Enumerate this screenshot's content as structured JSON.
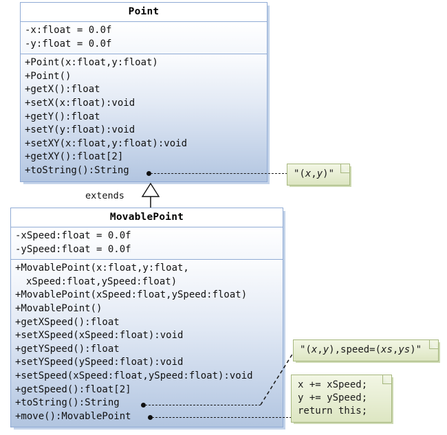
{
  "diagram": {
    "type": "uml-class-diagram",
    "relationship_label": "extends"
  },
  "point_class": {
    "name": "Point",
    "attributes": [
      "-x:float = 0.0f",
      "-y:float = 0.0f"
    ],
    "methods": [
      "+Point(x:float,y:float)",
      "+Point()",
      "+getX():float",
      "+setX(x:float):void",
      "+getY():float",
      "+setY(y:float):void",
      "+setXY(x:float,y:float):void",
      "+getXY():float[2]",
      "+toString():String"
    ]
  },
  "movablepoint_class": {
    "name": "MovablePoint",
    "attributes": [
      "-xSpeed:float = 0.0f",
      "-ySpeed:float = 0.0f"
    ],
    "methods": [
      "+MovablePoint(x:float,y:float,",
      "xSpeed:float,ySpeed:float)",
      "+MovablePoint(xSpeed:float,ySpeed:float)",
      "+MovablePoint()",
      "+getXSpeed():float",
      "+setXSpeed(xSpeed:float):void",
      "+getYSpeed():float",
      "+setYSpeed(ySpeed:float):void",
      "+setSpeed(xSpeed:float,ySpeed:float):void",
      "+getSpeed():float[2]",
      "+toString():String",
      "+move():MovablePoint"
    ]
  },
  "notes": {
    "point_tostring": {
      "parts": [
        {
          "text": "\"(",
          "italic": false
        },
        {
          "text": "x",
          "italic": true
        },
        {
          "text": ",",
          "italic": false
        },
        {
          "text": "y",
          "italic": true
        },
        {
          "text": ")\"",
          "italic": false
        }
      ],
      "plain": "\"(x,y)\""
    },
    "movablepoint_tostring": {
      "parts": [
        {
          "text": "\"(",
          "italic": false
        },
        {
          "text": "x",
          "italic": true
        },
        {
          "text": ",",
          "italic": false
        },
        {
          "text": "y",
          "italic": true
        },
        {
          "text": "),speed=(",
          "italic": false
        },
        {
          "text": "xs",
          "italic": true
        },
        {
          "text": ",",
          "italic": false
        },
        {
          "text": "ys",
          "italic": true
        },
        {
          "text": ")\"",
          "italic": false
        }
      ],
      "plain": "\"(x,y),speed=(xs,ys)\""
    },
    "move_body": {
      "lines": [
        "x += xSpeed;",
        "y += ySpeed;",
        "return this;"
      ]
    }
  },
  "colors": {
    "class_border": "#8faad4",
    "class_gradient_top": "#fbfcfe",
    "class_gradient_bottom": "#b2c5e0",
    "note_border": "#a6b77e",
    "note_fill": "#e9efd6",
    "connector": "#1a1a1a"
  }
}
